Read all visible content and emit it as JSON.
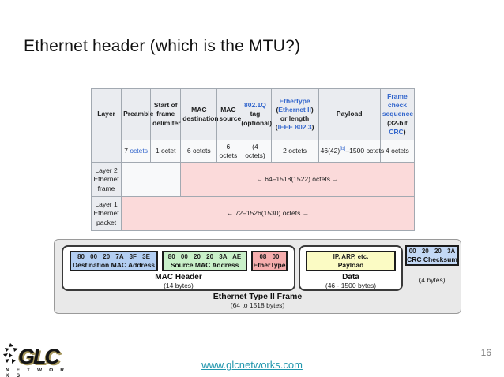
{
  "slide": {
    "title": "Ethernet header (which is the MTU?)",
    "footer_link": "www.glcnetworks.com",
    "page_number": "16"
  },
  "logo": {
    "text": "GLC",
    "subtext": "N E T W O R K S"
  },
  "colors": {
    "wiki_link_blue": "#3366cc",
    "table_header_gray": "#eaecf0",
    "table_pink": "#fbdada",
    "box_blue": "#b3cef2",
    "box_green": "#c9f0c9",
    "box_red": "#f5adad",
    "box_yellow": "#fbfbc4",
    "box_light_blue": "#c3d8f5",
    "footer_link_teal": "#2196ad"
  },
  "wikitable": {
    "header": {
      "layer": "Layer",
      "preamble": "Preamble",
      "sfd": "Start of frame delimiter",
      "mac_destination": "MAC destination",
      "mac_source": "MAC source",
      "dot1q_link": "802.1Q",
      "dot1q_rest": " tag (optional)",
      "ethertype_link": "Ethertype",
      "ethertype_open": " (",
      "ethernet2_link": "Ethernet II",
      "ethertype_mid": ") or length (",
      "ieee_link": "IEEE 802.3",
      "ethertype_close": ")",
      "payload": "Payload",
      "fcs_link": "Frame check sequence",
      "fcs_mid": " (32-bit ",
      "crc_link": "CRC",
      "fcs_close": ")"
    },
    "sizes": {
      "preamble_num": "7 ",
      "preamble_link": "octets",
      "sfd": "1 octet",
      "mac_destination": "6 octets",
      "mac_source": "6 octets",
      "dot1q": "(4 octets)",
      "ethertype": "2 octets",
      "payload_pre": "46(42)",
      "payload_sup": "[b]",
      "payload_post": "–1500 octets",
      "fcs": "4 octets"
    },
    "layer2": {
      "label": "Layer 2 Ethernet frame",
      "span": "← 64–1518(1522) octets →"
    },
    "layer1": {
      "label": "Layer 1 Ethernet packet",
      "span": "← 72–1526(1530) octets →"
    }
  },
  "diagram": {
    "dest": {
      "hex": "80 00 20 7A 3F 3E",
      "label": "Destination MAC Address"
    },
    "src": {
      "hex": "80 00 20 20 3A AE",
      "label": "Source MAC Address"
    },
    "ethertype": {
      "hex": "08 00",
      "label": "EtherType"
    },
    "mac_header": {
      "title": "MAC Header",
      "sub": "(14 bytes)"
    },
    "payload": {
      "hex": "IP, ARP, etc.",
      "label": "Payload"
    },
    "data_group": {
      "title": "Data",
      "sub": "(46 - 1500 bytes)"
    },
    "crc": {
      "hex": "00 20 20 3A",
      "label": "CRC Checksum",
      "sub": "(4 bytes)"
    },
    "frame": {
      "title": "Ethernet Type II Frame",
      "sub": "(64 to 1518 bytes)"
    }
  }
}
